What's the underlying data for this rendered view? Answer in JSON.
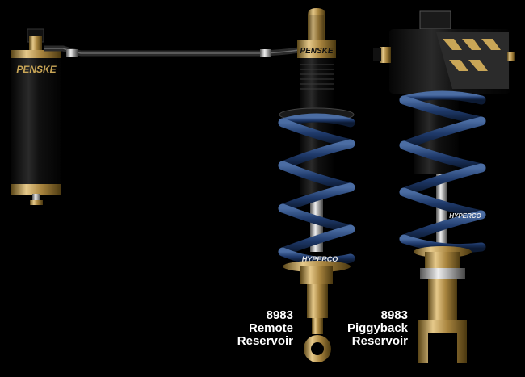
{
  "brand": {
    "reservoir_logo": "PENSKE",
    "shock_logo": "PENSKE",
    "spring_logo_1": "HYPERCO",
    "spring_logo_2": "HYPERCO"
  },
  "captions": {
    "remote": {
      "line1": "8983",
      "line2": "Remote",
      "line3": "Reservoir"
    },
    "piggyback": {
      "line1": "8983",
      "line2": "Piggyback",
      "line3": "Reservoir"
    }
  },
  "colors": {
    "background": "#000000",
    "spring_blue": "#1f3a6b",
    "anodized_gold": "#b89248",
    "body_black": "#141414"
  }
}
